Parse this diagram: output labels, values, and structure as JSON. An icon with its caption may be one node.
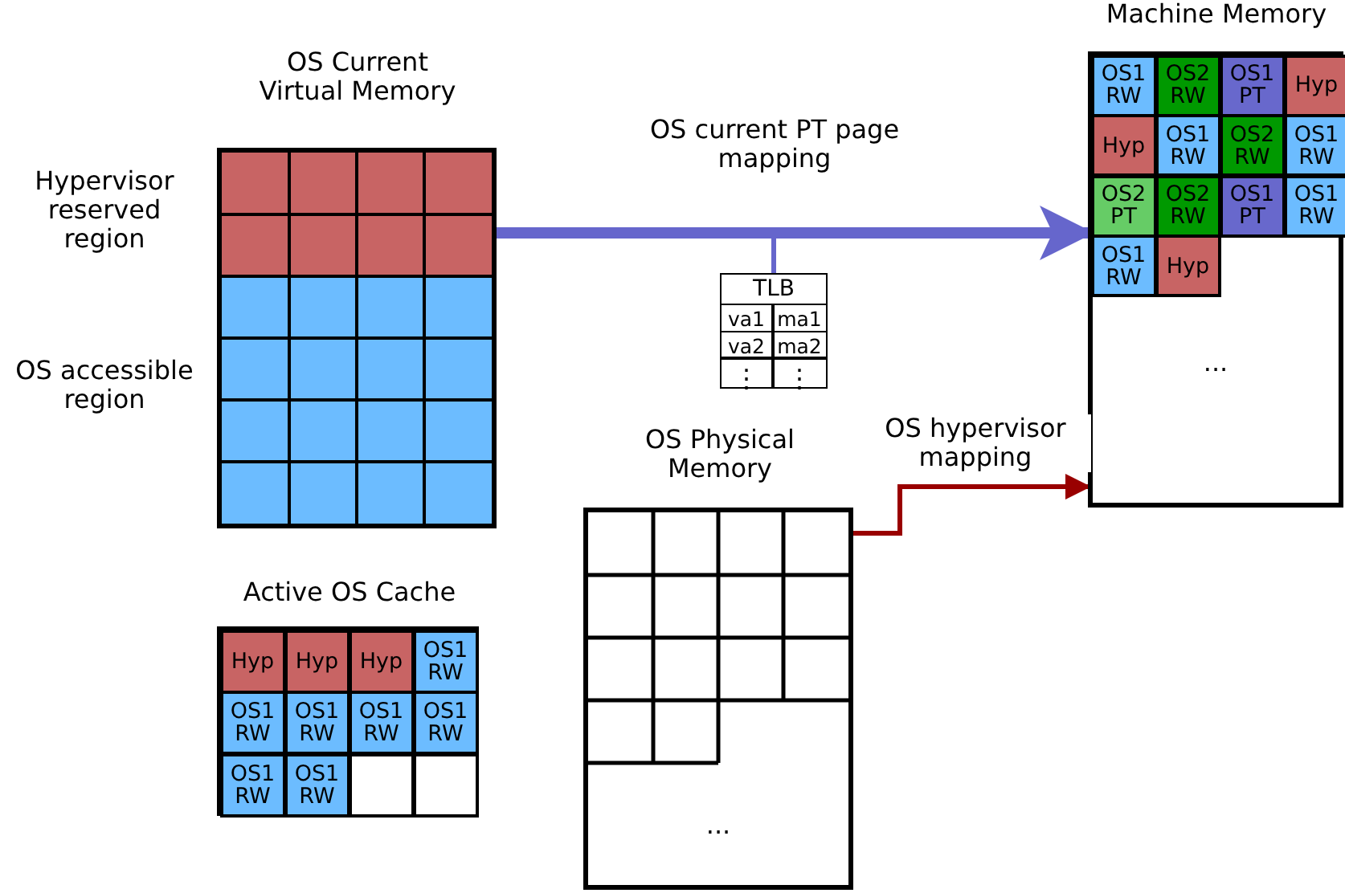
{
  "diagram": {
    "nodes": [
      {
        "text": [
          "OS Current Virtual Memory"
        ],
        "beside": [
          "Hypervisor reserved region",
          "OS accessible region"
        ]
      },
      {
        "text": [
          "TLB"
        ]
      },
      {
        "text": [
          "Machine Memory",
          "..."
        ]
      },
      {
        "text": [
          "OS1 RW"
        ],
        "in": 2
      },
      {
        "text": [
          "OS2 RW"
        ],
        "in": 2
      },
      {
        "text": [
          "OS1 PT"
        ],
        "in": 2
      },
      {
        "text": [
          "Hyp"
        ],
        "in": 2
      },
      {
        "text": [
          "Hyp"
        ],
        "in": 2
      },
      {
        "text": [
          "OS1 RW"
        ],
        "in": 2
      },
      {
        "text": [
          "OS2 RW"
        ],
        "in": 2
      },
      {
        "text": [
          "OS1 RW"
        ],
        "in": 2
      },
      {
        "text": [
          "OS2 PT"
        ],
        "in": 2
      },
      {
        "text": [
          "OS2 RW"
        ],
        "in": 2
      },
      {
        "text": [
          "OS1 PT"
        ],
        "in": 2
      },
      {
        "text": [
          "OS1 RW"
        ],
        "in": 2
      },
      {
        "text": [
          "OS1 RW"
        ],
        "in": 2
      },
      {
        "text": [
          "Hyp"
        ],
        "in": 2
      },
      {
        "text": [
          "OS Physical Memory",
          "..."
        ]
      },
      {
        "text": [
          "Active OS Cache"
        ]
      },
      {
        "text": [
          "Hyp"
        ],
        "in": 18
      },
      {
        "text": [
          "Hyp"
        ],
        "in": 18
      },
      {
        "text": [
          "Hyp"
        ],
        "in": 18
      },
      {
        "text": [
          "OS1 RW"
        ],
        "in": 18
      },
      {
        "text": [
          "OS1 RW"
        ],
        "in": 18
      },
      {
        "text": [
          "OS1 RW"
        ],
        "in": 18
      },
      {
        "text": [
          "OS1 RW"
        ],
        "in": 18
      },
      {
        "text": [
          "OS1 RW"
        ],
        "in": 18
      },
      {
        "text": [
          "OS1 RW"
        ],
        "in": 18
      },
      {
        "text": [
          "OS1 RW"
        ],
        "in": 18
      },
      {
        "text": [],
        "shape": "box",
        "in": 18
      },
      {
        "text": [],
        "shape": "box",
        "in": 18
      }
    ],
    "edges": [
      {
        "from": 0,
        "to": 2,
        "arrow": "to",
        "label": "OS current PT page mapping",
        "style": "thick",
        "color": "#6666cc"
      },
      {
        "from": 17,
        "to": 2,
        "arrow": "to",
        "label": "OS hypervisor mapping",
        "color": "#990000"
      },
      {
        "from": 1,
        "to": null,
        "arrow": "none",
        "color": "#6666cc"
      }
    ],
    "labels": [
      "va1",
      "ma1",
      "va2",
      "ma2",
      "⋮",
      "⋮"
    ]
  }
}
